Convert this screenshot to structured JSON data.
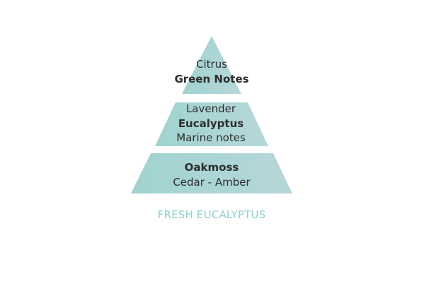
{
  "colors": {
    "tier_fill_start": "#9fd3d0",
    "tier_fill_end": "#b7d7da",
    "text": "#2d2d2d",
    "caption": "#8fcfcf",
    "background": "#ffffff"
  },
  "pyramid": {
    "top": {
      "line1": "Citrus",
      "line2": "Green Notes"
    },
    "middle": {
      "line1": "Lavender",
      "line2": "Eucalyptus",
      "line3": "Marine notes"
    },
    "bottom": {
      "line1": "Oakmoss",
      "line2": "Cedar - Amber"
    }
  },
  "caption": "FRESH EUCALYPTUS"
}
